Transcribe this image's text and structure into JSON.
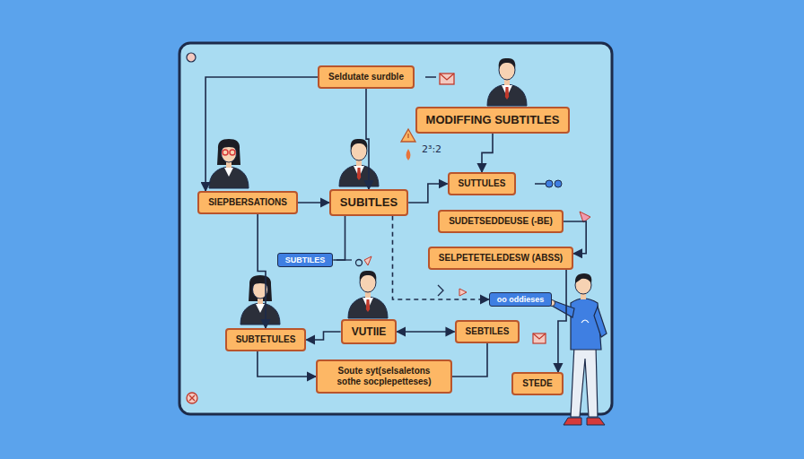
{
  "diagram": {
    "nodes": [
      {
        "text": [
          "Seldutate surdble"
        ]
      },
      {
        "text": [
          "MODIFFING SUBTITLES"
        ]
      },
      {
        "text": [
          "SIEPBERSATIONS"
        ]
      },
      {
        "text": [
          "SUBITLES"
        ]
      },
      {
        "text": [
          "SUTTULES"
        ]
      },
      {
        "text": [
          "SUDETSEDDEUSE (-BE)"
        ]
      },
      {
        "text": [
          "SUBTILES"
        ]
      },
      {
        "text": [
          "SELPETETELEDESW (ABSS)"
        ]
      },
      {
        "text": [
          "oo oddieses"
        ]
      },
      {
        "text": [
          "SUBTETULES"
        ]
      },
      {
        "text": [
          "VUTIIE"
        ]
      },
      {
        "text": [
          "SEBTILES"
        ]
      },
      {
        "text": [
          "Soute syt(selsaletons sothe socplepetteses)"
        ]
      },
      {
        "text": [
          "STEDE"
        ]
      }
    ],
    "edges": [
      {
        "from": 0,
        "to": 3,
        "arrow": "to"
      },
      {
        "from": 2,
        "to": 3,
        "arrow": "to"
      },
      {
        "from": 3,
        "to": 4,
        "arrow": "to"
      },
      {
        "from": 1,
        "to": 4,
        "arrow": "to"
      },
      {
        "from": 2,
        "to": 9,
        "arrow": "to"
      },
      {
        "from": 3,
        "to": 6,
        "arrow": "none"
      },
      {
        "from": 3,
        "to": 8,
        "arrow": "to"
      },
      {
        "from": 10,
        "to": 9,
        "arrow": "to"
      },
      {
        "from": 10,
        "to": 11,
        "arrow": "both"
      },
      {
        "from": 9,
        "to": 12,
        "arrow": "to"
      },
      {
        "from": 12,
        "to": 11,
        "arrow": "none"
      },
      {
        "from": 5,
        "to": 7,
        "arrow": "to"
      },
      {
        "from": 7,
        "to": 13,
        "arrow": "to"
      },
      {
        "from": 0,
        "to": 2,
        "arrow": "to"
      }
    ],
    "labels": [
      "2³:2"
    ]
  }
}
